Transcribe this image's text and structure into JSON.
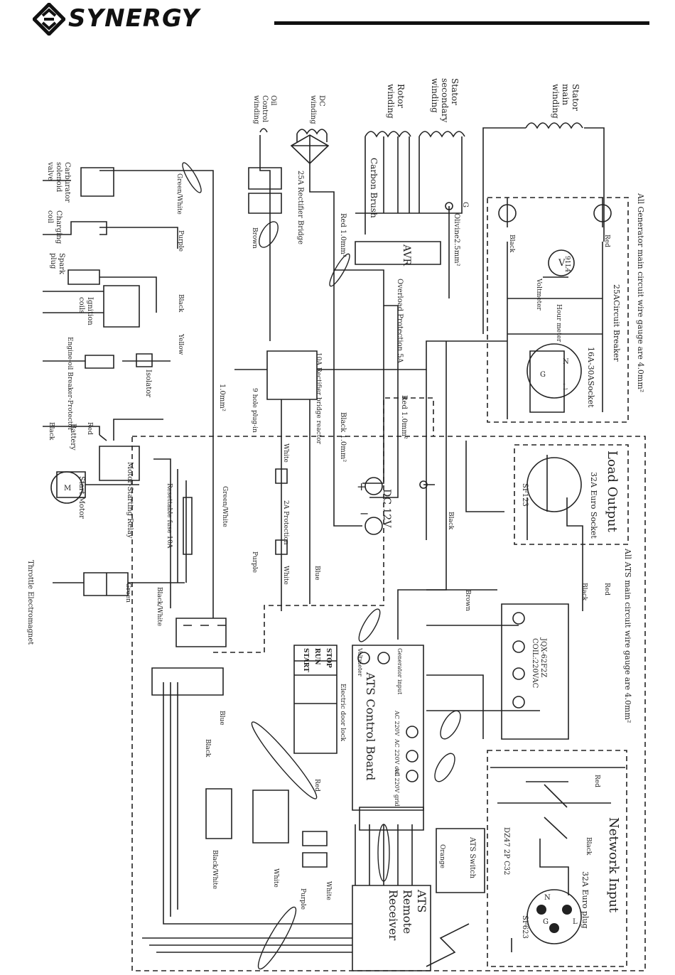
{
  "brand": "SYNERGY",
  "labels": {
    "stator_main": [
      "Stator",
      "main",
      "winding"
    ],
    "stator_secondary": [
      "Stator",
      "secondary",
      "winding"
    ],
    "rotor": [
      "Rotor",
      "winding"
    ],
    "carbon_brush": "Carbon Brush",
    "dc_winding": [
      "DC",
      "winding"
    ],
    "oil_control": [
      "Oil",
      "Control",
      "winding"
    ],
    "rect25": "25A Rectifier Bridge",
    "red1": "Red 1.0mm²",
    "olivine": "Olivine2.5mm²",
    "avr": "AVR",
    "g": "G",
    "overload": "Overload Protection 5A",
    "red_1b": "Red 1.0mm²",
    "black1": "Black 1.0mm²",
    "dc12": "DC 12V",
    "gen_note": "All Generator main circuit wire gauge are 4.0mm²",
    "breaker25": "25ACircuit Breaker",
    "voltmeter": "Voltmeter",
    "v_code": "91L4",
    "hour_meter": "Hour meter",
    "socket16": "16A-30ASocket",
    "load_output": "Load Output",
    "euro32": "32A Euro Socket",
    "sf123": "SF123",
    "ats_note": "All ATS main circuit wire gauge are 4.0mm²",
    "network_input": "Network Input",
    "euro_plug": "32A Euro plug",
    "sf623": "SF623",
    "dz47": "DZ47 2P C32",
    "relay": [
      "JQX-62F2Z",
      "COIL:220VAC"
    ],
    "ats_board": "ATS Control Board",
    "ats_remote": [
      "ATS",
      "Remote",
      "Receiver"
    ],
    "ats_switch": "ATS Switch",
    "orange": "Orange",
    "carb": [
      "Carburator",
      "solenoid",
      "valve"
    ],
    "charging": [
      "Charging",
      "coil"
    ],
    "spark": [
      "Spark",
      "plug"
    ],
    "ignition": [
      "Ignition",
      "coils"
    ],
    "oil_breaker": "Engine-oil Breaker-Protector",
    "isolator": "Isolator",
    "battery": "Battery",
    "red": "Red",
    "black": "Black",
    "motor": "Start Motor",
    "motor_relay": "Motor-Starting Relay",
    "resettable": "Resettable fuse 10A",
    "throttle": "Throttle Electromagnet",
    "green": "Green",
    "green_white": "Green/White",
    "purple": "Purple",
    "yellow": "Yellow",
    "brown": "Brown",
    "white": "White",
    "blue": "Blue",
    "black_white": "Black/White",
    "l1": "1.0mm²",
    "nine_hole": "9 hole plug-in",
    "rect10": "10A Rectifier bridge reactor",
    "prot2a": "2A Protection",
    "door_lock": "Electric door lock",
    "stop": "STOP",
    "run": "RUN",
    "start": "START",
    "voltmeter_b": "Voltmeter",
    "gen_input": "Generator input",
    "ac220": "AC 220V",
    "ac220_coil": "AC 220V coil",
    "ac220_grid": "AC 220V grid",
    "n": "N",
    "l": "L",
    "gnd": "G",
    "m": "M",
    "v": "V"
  }
}
